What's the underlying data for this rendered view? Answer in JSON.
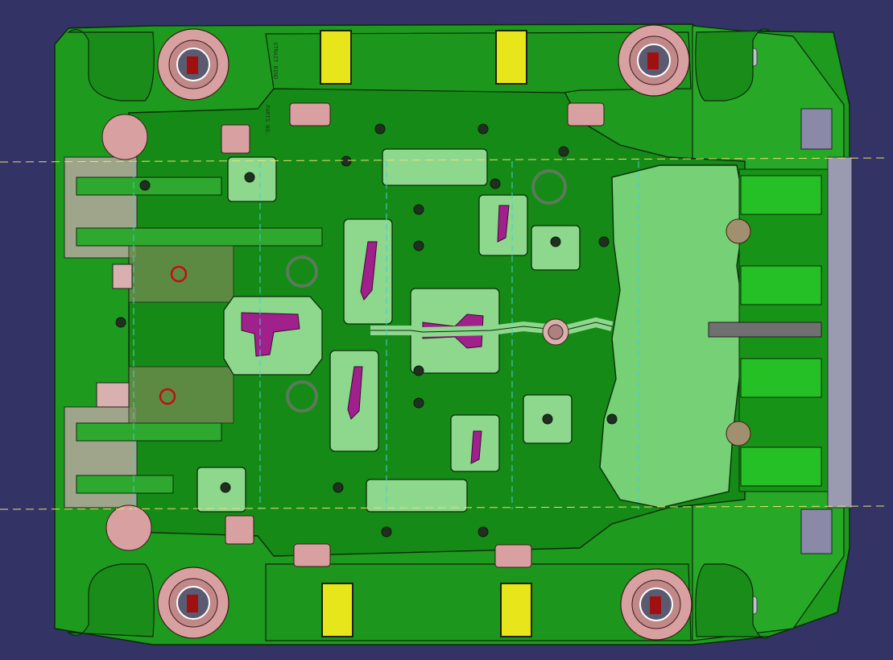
{
  "viewer": {
    "background": "#333366"
  },
  "colors": {
    "plate_green": "#1f9f1f",
    "plate_dark": "#167a16",
    "insert_light": "#8ed88e",
    "yoke_pink": "#d8a0a0",
    "pad_yellow": "#e6e61a",
    "ring_dark": "#3a3a46",
    "magenta_cavity": "#a0208c",
    "outline": "#0a2a0a",
    "centerline": "#e8e070",
    "construction_line": "#40d0d0",
    "highlight_hose": "#c0c0d0"
  },
  "labels": {
    "engrave_1": "STRAIT\nBIND",
    "engrave_2": "PARTS\nNO."
  },
  "model": {
    "name": "mold-assembly-top-view",
    "guide_bushings": 4,
    "ejector_pins": 10,
    "slides": 2
  }
}
